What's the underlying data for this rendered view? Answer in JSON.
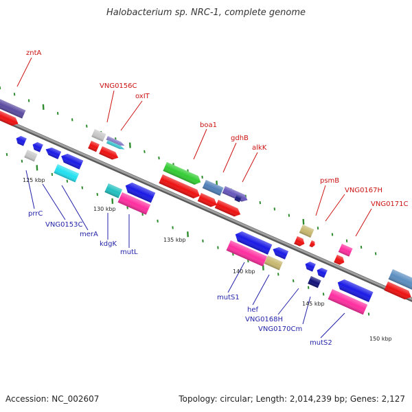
{
  "title": "Halobacterium sp. NRC-1, complete genome",
  "footer": {
    "accession": "Accession: NC_002607",
    "summary": "Topology: circular; Length: 2,014,239 bp; Genes: 2,127"
  },
  "colors": {
    "backbone": "#8c8c8c",
    "tick": "#2e8b2e",
    "top_label": "#cc1111",
    "bottom_label": "#1f1fa8"
  },
  "scale_labels": [
    "125 kbp",
    "130 kbp",
    "135 kbp",
    "140 kbp",
    "145 kbp",
    "150 kbp"
  ],
  "top_labels": [
    "zntA",
    "VNG0156C",
    "oxIT",
    "boa1",
    "gdhB",
    "alkK",
    "psmB",
    "VNG0167H",
    "VNG0171C"
  ],
  "bottom_labels": [
    "prrC",
    "VNG0153C",
    "merA",
    "kdgK",
    "mutL",
    "mutS1",
    "hef",
    "VNG0168H",
    "VNG0170Cm",
    "mutS2"
  ]
}
